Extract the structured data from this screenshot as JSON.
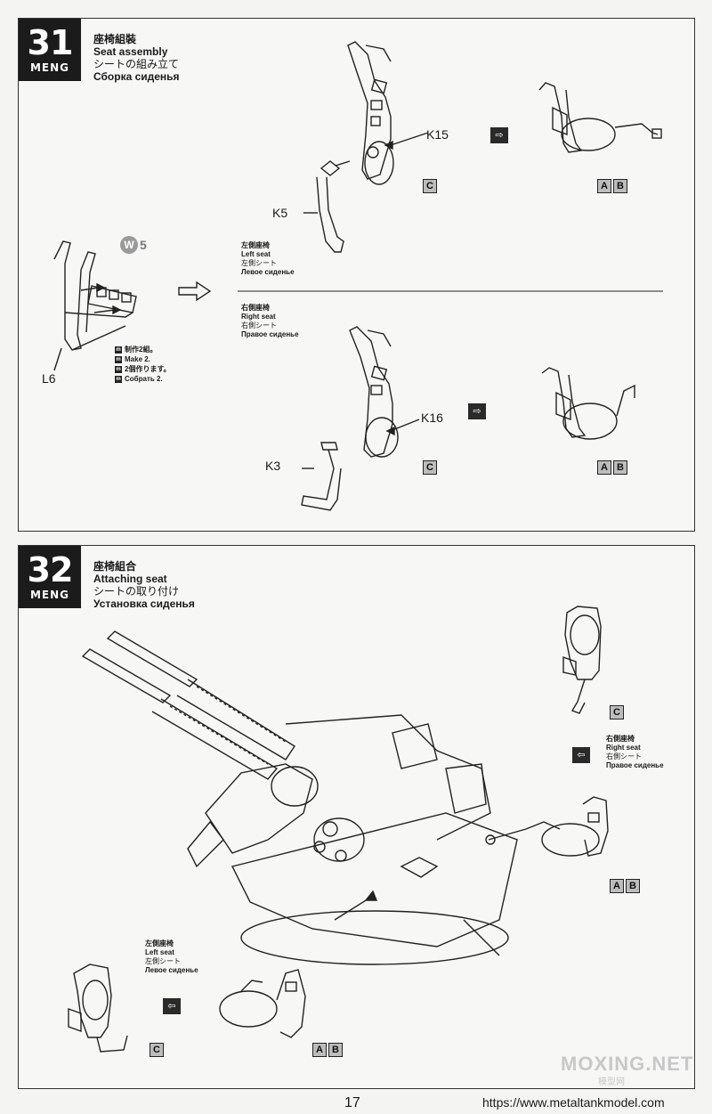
{
  "step31": {
    "number": "31",
    "brand": "MENG",
    "title_zh": "座椅組裝",
    "title_en": "Seat assembly",
    "title_jp": "シートの組み立て",
    "title_ru": "Сборка сиденья",
    "parts": {
      "k15": "K15",
      "k5": "K5",
      "l6": "L6",
      "k16": "K16",
      "k3": "K3"
    },
    "w_badge": {
      "letter": "W",
      "number": "5"
    },
    "make": [
      "制作2組。",
      "Make 2.",
      "2個作ります。",
      "Собрать 2."
    ],
    "left_seat": {
      "zh": "左側座椅",
      "en": "Left seat",
      "jp": "左側シート",
      "ru": "Левое сиденье"
    },
    "right_seat": {
      "zh": "右側座椅",
      "en": "Right seat",
      "jp": "右側シート",
      "ru": "Правое сиденье"
    },
    "color_c": "C",
    "color_a": "A",
    "color_b": "B"
  },
  "step32": {
    "number": "32",
    "brand": "MENG",
    "title_zh": "座椅組合",
    "title_en": "Attaching seat",
    "title_jp": "シートの取り付け",
    "title_ru": "Установка сиденья",
    "right_seat": {
      "zh": "右側座椅",
      "en": "Right seat",
      "jp": "右側シート",
      "ru": "Правое сиденье"
    },
    "left_seat": {
      "zh": "左側座椅",
      "en": "Left seat",
      "jp": "左側シート",
      "ru": "Левое сиденье"
    },
    "color_c": "C",
    "color_a": "A",
    "color_b": "B"
  },
  "footer": {
    "page_number": "17",
    "url": "https://www.metaltankmodel.com",
    "watermark": "MOXING.NET",
    "watermark_sub": "模型网"
  },
  "colors": {
    "badge": "#1b1b1b",
    "ref_box": "#bdbdbd",
    "line_art": "#222222"
  }
}
